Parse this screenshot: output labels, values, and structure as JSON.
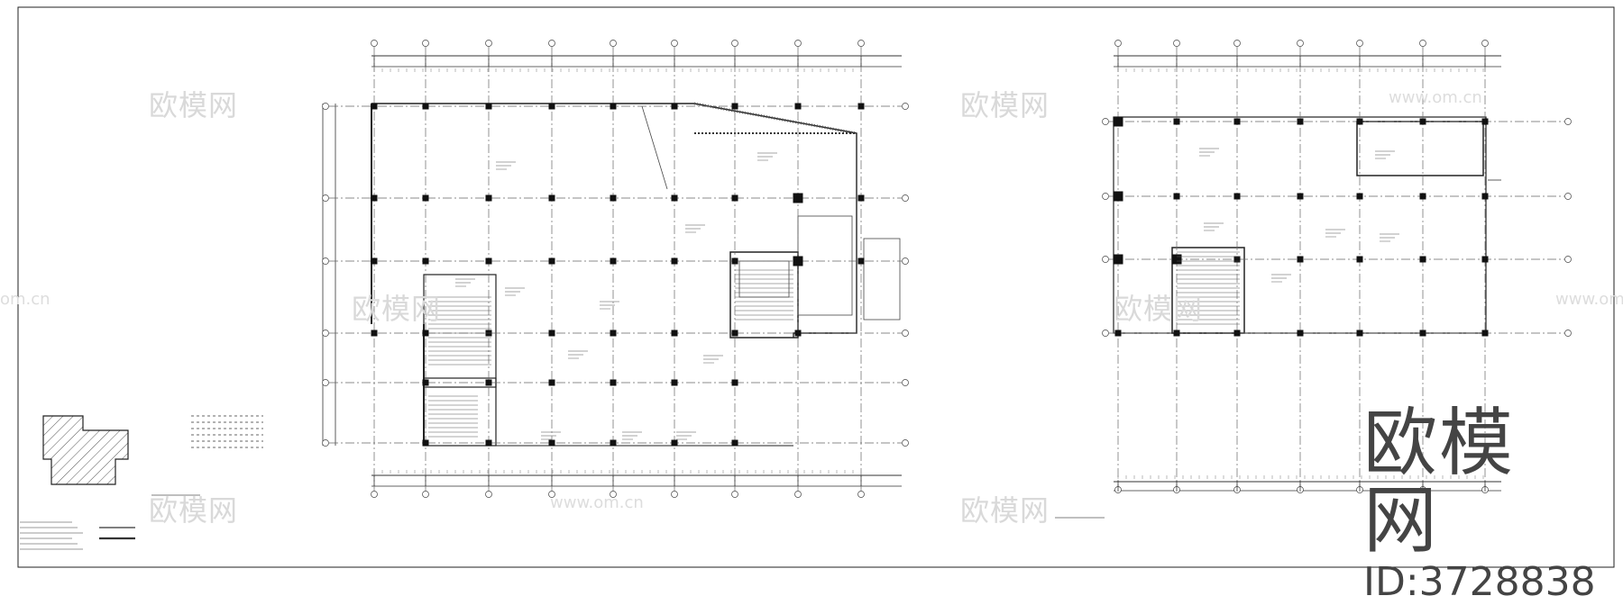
{
  "watermark": {
    "brand": "欧模网",
    "id_text": "ID:3728838",
    "small_brand": "欧模网",
    "url_fragments": [
      "www.om.cn",
      "om.cn"
    ]
  },
  "colors": {
    "background": "#ffffff",
    "line": "#222222",
    "grid": "#555555",
    "column": "#111111",
    "watermark_big": "#444444",
    "watermark_small": "#d9d9d9"
  },
  "plans": [
    "left-floor-plan",
    "right-floor-plan",
    "site-key-plan"
  ]
}
